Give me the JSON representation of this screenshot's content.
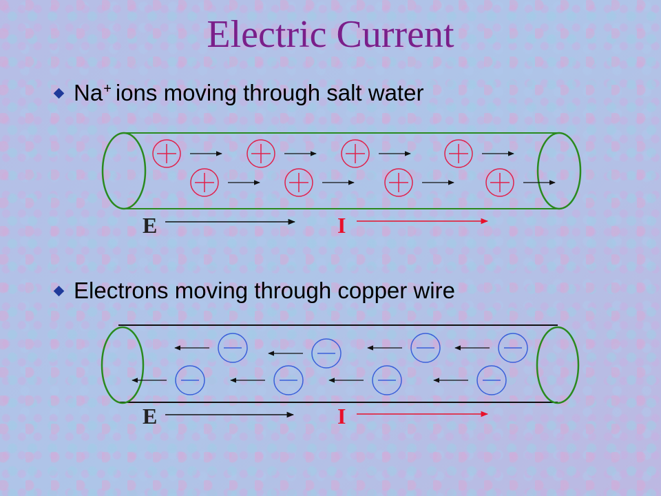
{
  "title": "Electric Current",
  "bullets": [
    {
      "prefix": "Na",
      "sup": "+",
      "text": "ions moving through salt water"
    },
    {
      "text": "Electrons moving through copper wire"
    }
  ],
  "diagrams": [
    {
      "particle": "positive-ion",
      "direction": "right",
      "field_label": "E",
      "current_label": "I",
      "tube_color": "#2a8a1e",
      "particle_color": "#e0204a",
      "current_color": "#e8102a"
    },
    {
      "particle": "electron",
      "direction": "left",
      "field_label": "E",
      "current_label": "I",
      "tube_color": "#2a8a1e",
      "particle_color": "#3a5fd9",
      "current_color": "#e8102a"
    }
  ]
}
